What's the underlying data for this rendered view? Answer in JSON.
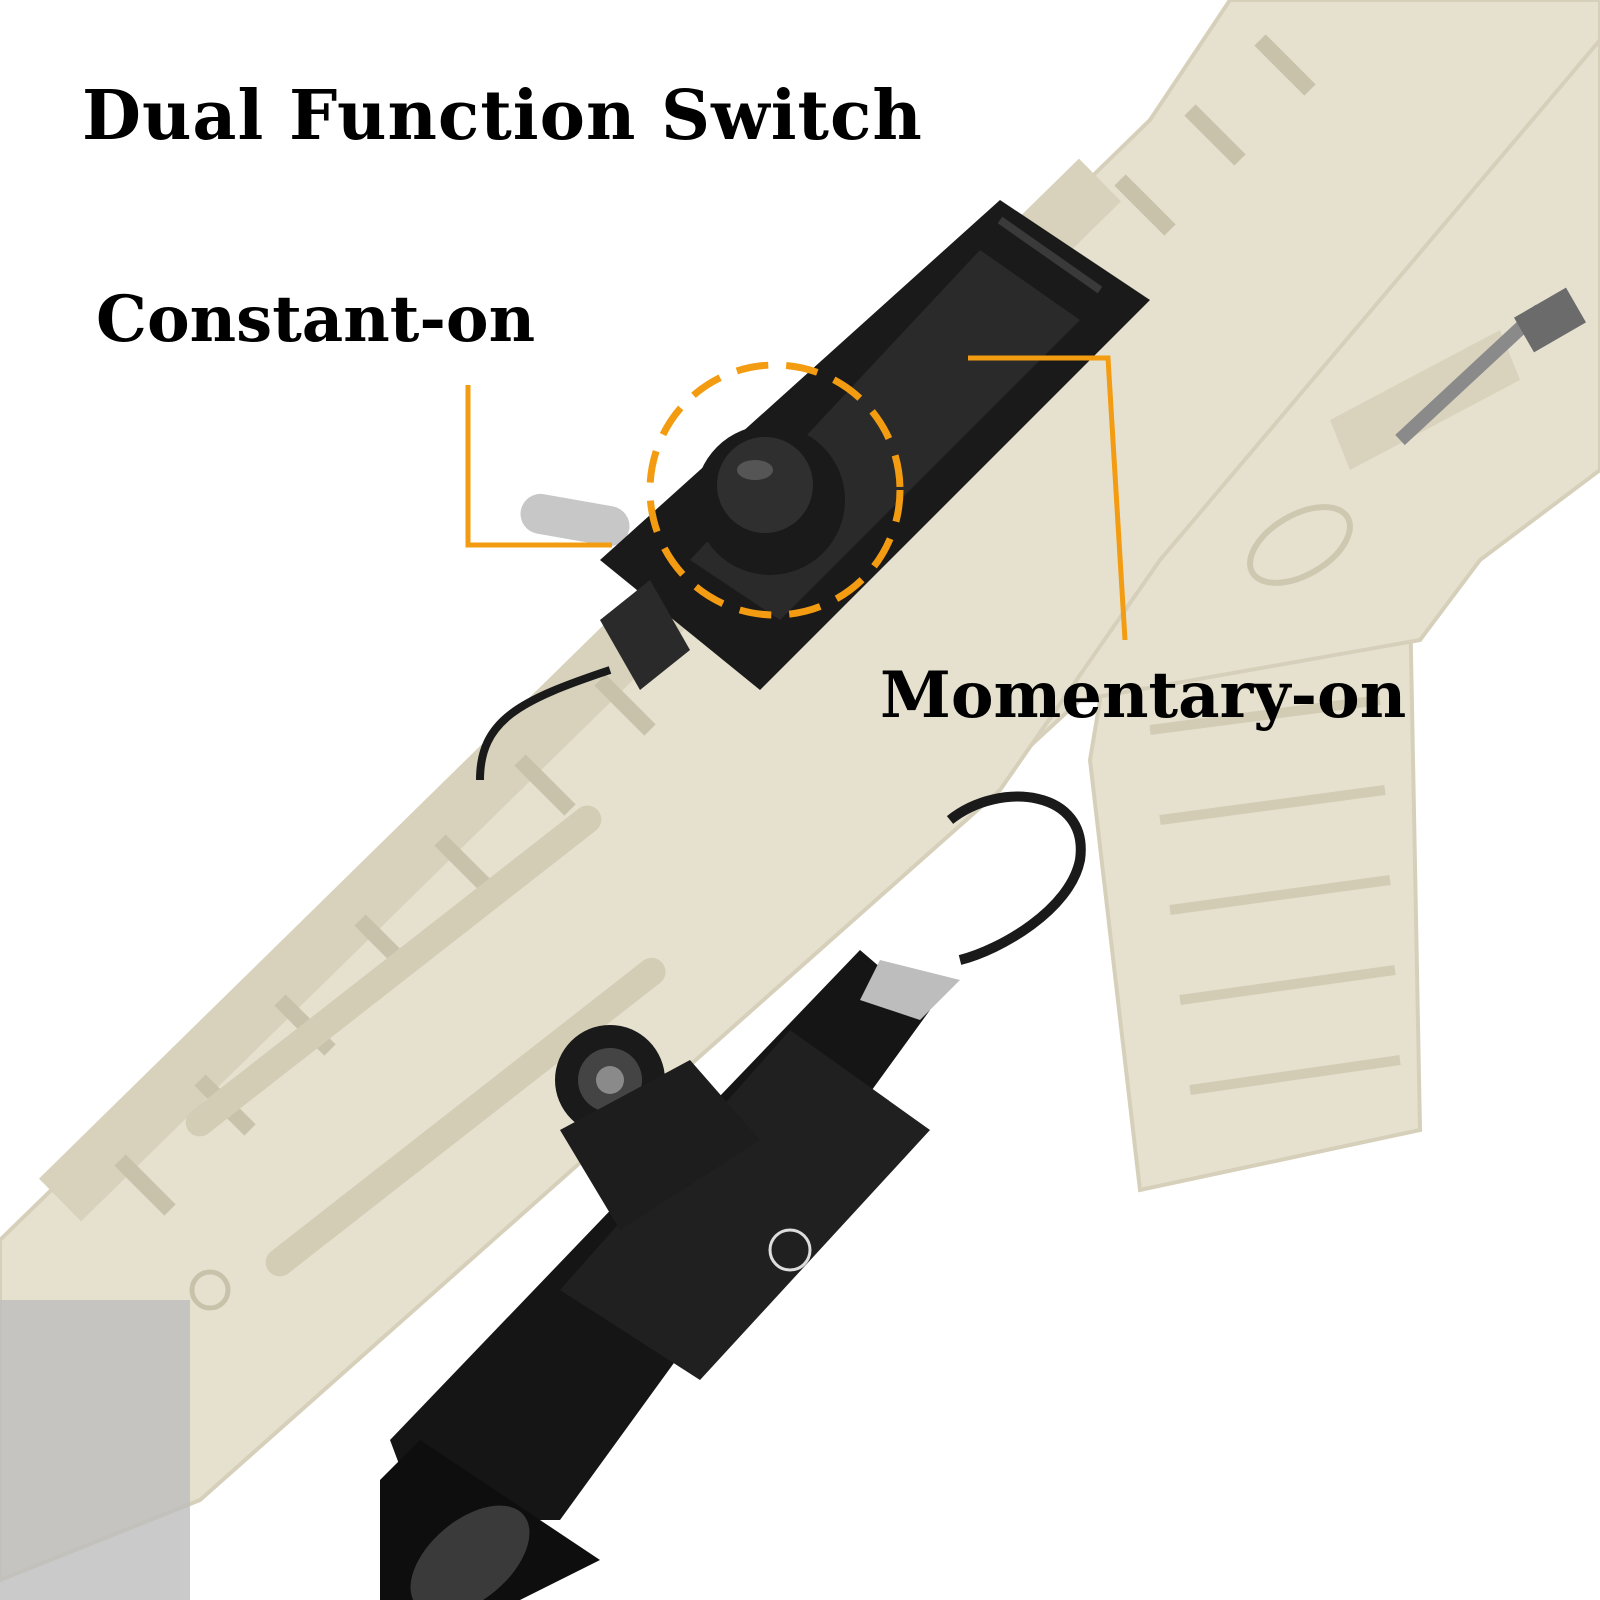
{
  "title": "Dual Function Switch",
  "labels": {
    "constant_on": "Constant-on",
    "momentary_on": "Momentary-on"
  },
  "colors": {
    "accent": "#f39c12",
    "rifle_body": "#e6e1cf",
    "rifle_shadow": "#d6d0bb",
    "rifle_dark": "#c8c1aa",
    "device": "#1a1a1a",
    "device_light": "#3a3a3a"
  }
}
